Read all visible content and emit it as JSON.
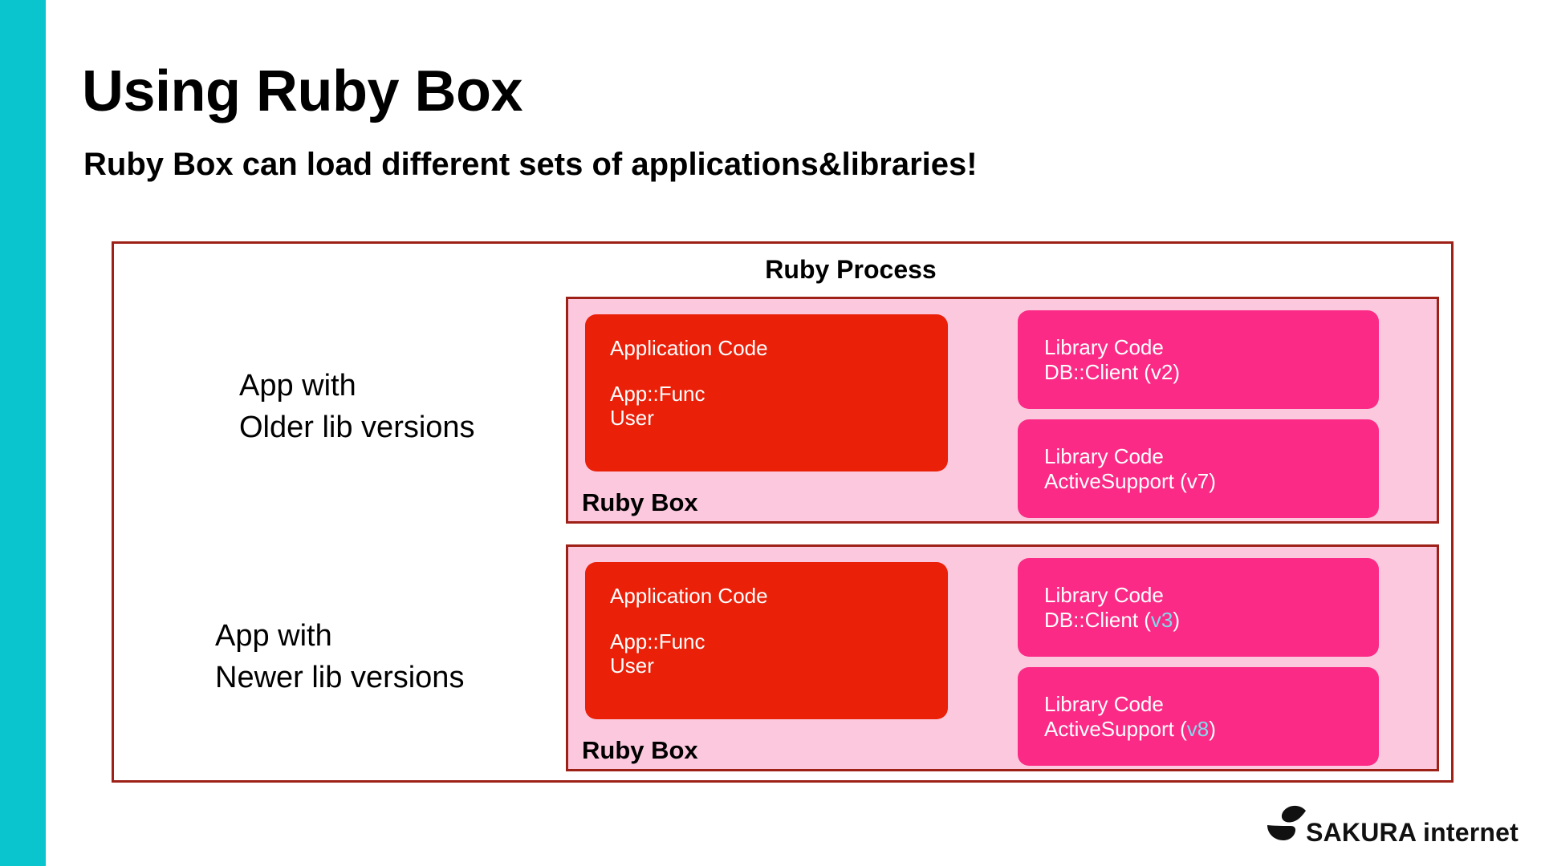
{
  "slide": {
    "title": "Using Ruby Box",
    "subtitle": "Ruby Box can load different sets of applications&libraries!",
    "accent_color": "#0ac5cd",
    "frame_border_color": "#9e2118",
    "ruby_box_fill": "#fbc8dd",
    "app_card_color": "#ea2009",
    "lib_card_color": "#fb2a86",
    "version_highlight_color": "#7fdcee"
  },
  "diagram": {
    "process_label": "Ruby Process",
    "blocks": [
      {
        "side_note_line1": "App with",
        "side_note_line2": "Older lib versions",
        "box_label": "Ruby Box",
        "app_card": {
          "title": "Application Code",
          "line1": "App::Func",
          "line2": "User"
        },
        "libraries": [
          {
            "title": "Library Code",
            "name": "DB::Client (",
            "version": "v2",
            "suffix": ")",
            "highlighted": false
          },
          {
            "title": "Library Code",
            "name": "ActiveSupport (",
            "version": "v7",
            "suffix": ")",
            "highlighted": false
          }
        ]
      },
      {
        "side_note_line1": "App with",
        "side_note_line2": "Newer lib versions",
        "box_label": "Ruby Box",
        "app_card": {
          "title": "Application Code",
          "line1": "App::Func",
          "line2": "User"
        },
        "libraries": [
          {
            "title": "Library Code",
            "name": "DB::Client (",
            "version": "v3",
            "suffix": ")",
            "highlighted": true
          },
          {
            "title": "Library Code",
            "name": "ActiveSupport (",
            "version": "v8",
            "suffix": ")",
            "highlighted": true
          }
        ]
      }
    ]
  },
  "footer": {
    "logo_text": "SAKURA internet"
  }
}
